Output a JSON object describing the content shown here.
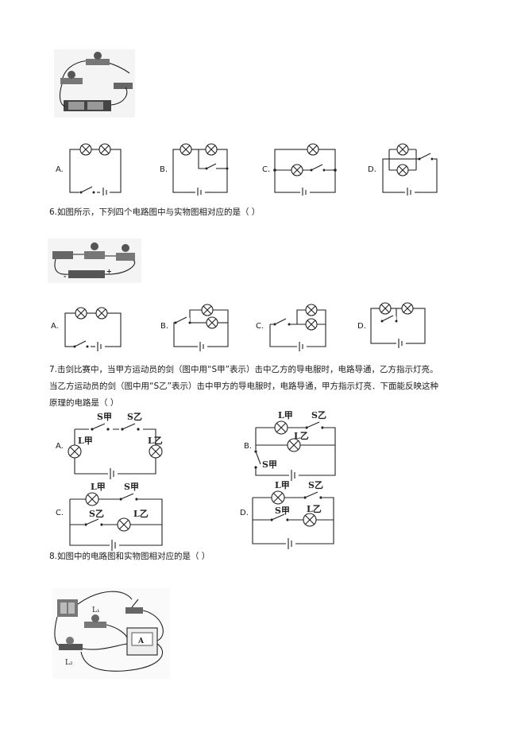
{
  "q5": {
    "options": [
      "A.",
      "B.",
      "C.",
      "D."
    ]
  },
  "q6": {
    "stem": "6.如图所示，下列四个电路图中与实物图相对应的是（      ）",
    "options": [
      "A.",
      "B.",
      "C.",
      "D."
    ]
  },
  "q7": {
    "line1": "7.击剑比赛中，当甲方运动员的剑（图中用“S甲”表示）击中乙方的导电服时，电路导通，乙方指示灯亮。",
    "line2": "当乙方运动员的剑（图中用“S乙”表示）击中甲方的导电服时，电路导通，甲方指示灯亮．下面能反映这种",
    "line3": "原理的电路是（    ）",
    "options": [
      "A.",
      "B.",
      "C.",
      "D."
    ],
    "labels": {
      "s_jia": "S甲",
      "s_yi": "S乙",
      "l_jia": "L甲",
      "l_yi": "L乙"
    }
  },
  "q8": {
    "stem": "8.如图中的电路图和实物图相对应的是（      ）",
    "labels": {
      "l1": "L₁",
      "l2": "L₂",
      "ammeter": "A"
    }
  }
}
